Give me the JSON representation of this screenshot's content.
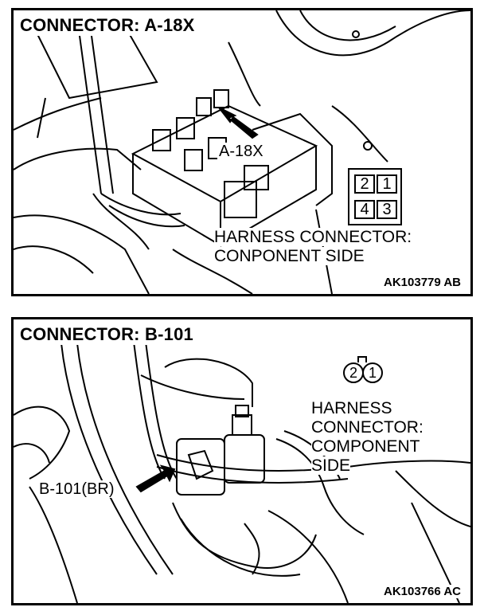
{
  "top_panel": {
    "title": "CONNECTOR: A-18X",
    "callout_label": "A-18X",
    "harness_line1": "HARNESS CONNECTOR:",
    "harness_line2": "CONPONENT SIDE",
    "pins": [
      "2",
      "1",
      "4",
      "3"
    ],
    "code": "AK103779 AB"
  },
  "bottom_panel": {
    "title": "CONNECTOR: B-101",
    "callout_label": "B-101(BR)",
    "harness_line1": "HARNESS",
    "harness_line2": "CONNECTOR:",
    "harness_line3": "COMPONENT",
    "harness_line4": "SIDE",
    "pins": [
      "2",
      "1"
    ],
    "code": "AK103766 AC"
  }
}
